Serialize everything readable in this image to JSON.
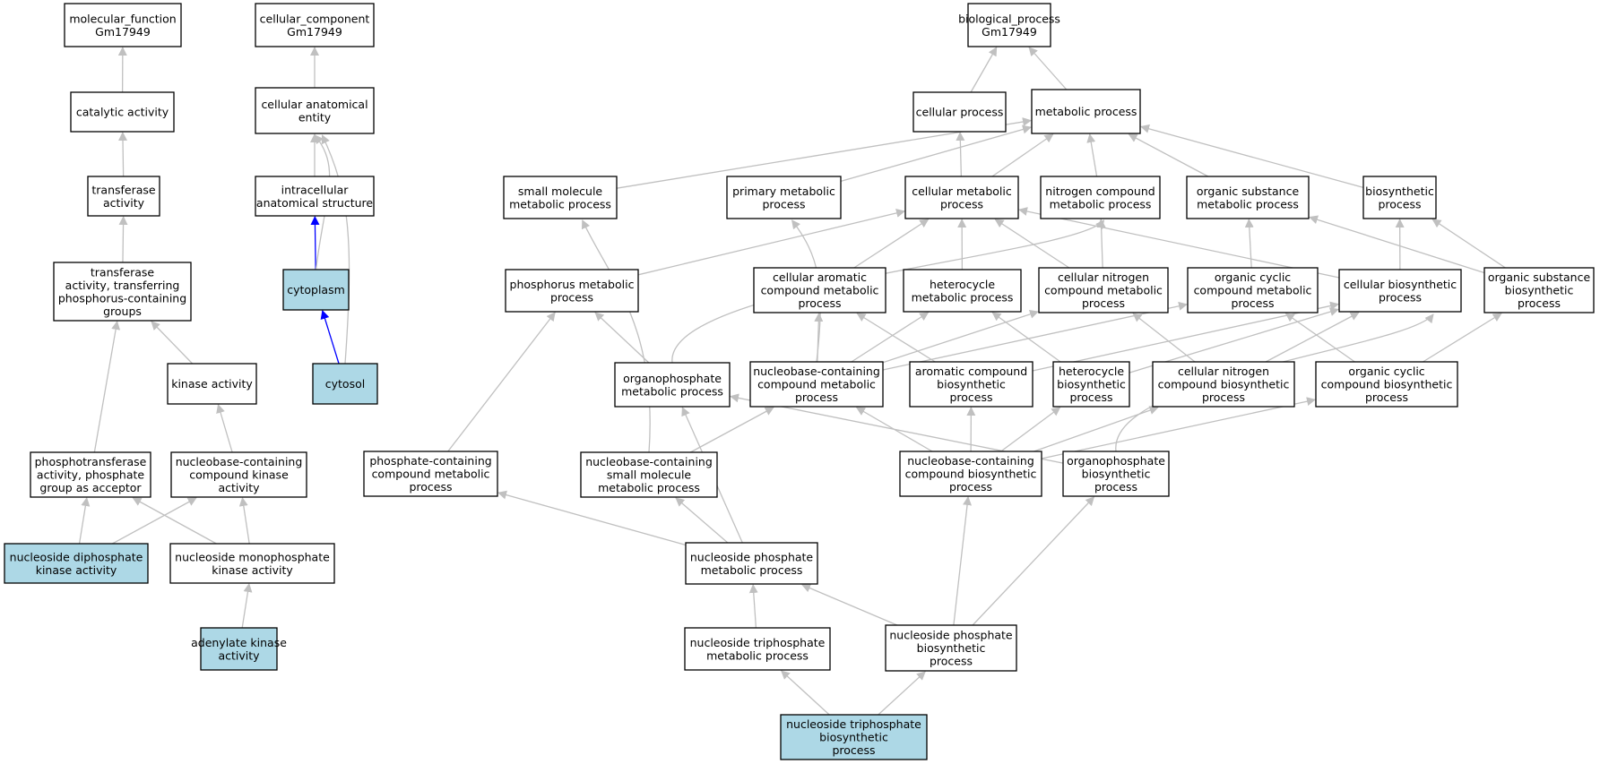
{
  "colors": {
    "highlight_fill": "#add8e6",
    "default_fill": "#ffffff",
    "edge_gray": "#c0c0c0",
    "edge_blue": "#0000ff"
  },
  "nodes": {
    "mf": {
      "lines": [
        "molecular_function",
        "Gm17949"
      ]
    },
    "cc": {
      "lines": [
        "cellular_component",
        "Gm17949"
      ]
    },
    "bp": {
      "lines": [
        "biological_process",
        "Gm17949"
      ]
    },
    "ca": {
      "lines": [
        "catalytic activity"
      ]
    },
    "cae": {
      "lines": [
        "cellular anatomical",
        "entity"
      ]
    },
    "cp": {
      "lines": [
        "cellular process"
      ]
    },
    "mp": {
      "lines": [
        "metabolic process"
      ]
    },
    "ta": {
      "lines": [
        "transferase",
        "activity"
      ]
    },
    "ias": {
      "lines": [
        "intracellular",
        "anatomical structure"
      ]
    },
    "smmp": {
      "lines": [
        "small molecule",
        "metabolic process"
      ]
    },
    "pmp": {
      "lines": [
        "primary metabolic",
        "process"
      ]
    },
    "cmp": {
      "lines": [
        "cellular metabolic",
        "process"
      ]
    },
    "ncmp": {
      "lines": [
        "nitrogen compound",
        "metabolic process"
      ]
    },
    "osmp": {
      "lines": [
        "organic substance",
        "metabolic process"
      ]
    },
    "bsp": {
      "lines": [
        "biosynthetic",
        "process"
      ]
    },
    "tapg": {
      "lines": [
        "transferase",
        "activity, transferring",
        "phosphorus-containing",
        "groups"
      ]
    },
    "cyto": {
      "lines": [
        "cytoplasm"
      ]
    },
    "phmp": {
      "lines": [
        "phosphorus metabolic",
        "process"
      ]
    },
    "cacmp": {
      "lines": [
        "cellular aromatic",
        "compound metabolic",
        "process"
      ]
    },
    "hmp": {
      "lines": [
        "heterocycle",
        "metabolic process"
      ]
    },
    "cncmp": {
      "lines": [
        "cellular nitrogen",
        "compound metabolic",
        "process"
      ]
    },
    "occmp": {
      "lines": [
        "organic cyclic",
        "compound metabolic",
        "process"
      ]
    },
    "cbp": {
      "lines": [
        "cellular biosynthetic",
        "process"
      ]
    },
    "osbp": {
      "lines": [
        "organic substance",
        "biosynthetic",
        "process"
      ]
    },
    "ka": {
      "lines": [
        "kinase activity"
      ]
    },
    "cytosol": {
      "lines": [
        "cytosol"
      ]
    },
    "opmp": {
      "lines": [
        "organophosphate",
        "metabolic process"
      ]
    },
    "nccmp": {
      "lines": [
        "nucleobase-containing",
        "compound metabolic",
        "process"
      ]
    },
    "acbp": {
      "lines": [
        "aromatic compound",
        "biosynthetic",
        "process"
      ]
    },
    "hbp": {
      "lines": [
        "heterocycle",
        "biosynthetic",
        "process"
      ]
    },
    "cncbp": {
      "lines": [
        "cellular nitrogen",
        "compound biosynthetic",
        "process"
      ]
    },
    "occbp": {
      "lines": [
        "organic cyclic",
        "compound biosynthetic",
        "process"
      ]
    },
    "ptapg": {
      "lines": [
        "phosphotransferase",
        "activity, phosphate",
        "group as acceptor"
      ]
    },
    "ncka": {
      "lines": [
        "nucleobase-containing",
        "compound kinase",
        "activity"
      ]
    },
    "pccmp": {
      "lines": [
        "phosphate-containing",
        "compound metabolic",
        "process"
      ]
    },
    "ncsmmp": {
      "lines": [
        "nucleobase-containing",
        "small molecule",
        "metabolic process"
      ]
    },
    "nccbp": {
      "lines": [
        "nucleobase-containing",
        "compound biosynthetic",
        "process"
      ]
    },
    "opbp": {
      "lines": [
        "organophosphate",
        "biosynthetic",
        "process"
      ]
    },
    "ndka": {
      "lines": [
        "nucleoside diphosphate",
        "kinase activity"
      ]
    },
    "nmka": {
      "lines": [
        "nucleoside monophosphate",
        "kinase activity"
      ]
    },
    "npmp": {
      "lines": [
        "nucleoside phosphate",
        "metabolic process"
      ]
    },
    "aka": {
      "lines": [
        "adenylate kinase",
        "activity"
      ]
    },
    "ntmp": {
      "lines": [
        "nucleoside triphosphate",
        "metabolic process"
      ]
    },
    "npbp": {
      "lines": [
        "nucleoside phosphate",
        "biosynthetic",
        "process"
      ]
    },
    "ntbp": {
      "lines": [
        "nucleoside triphosphate",
        "biosynthetic",
        "process"
      ]
    }
  }
}
